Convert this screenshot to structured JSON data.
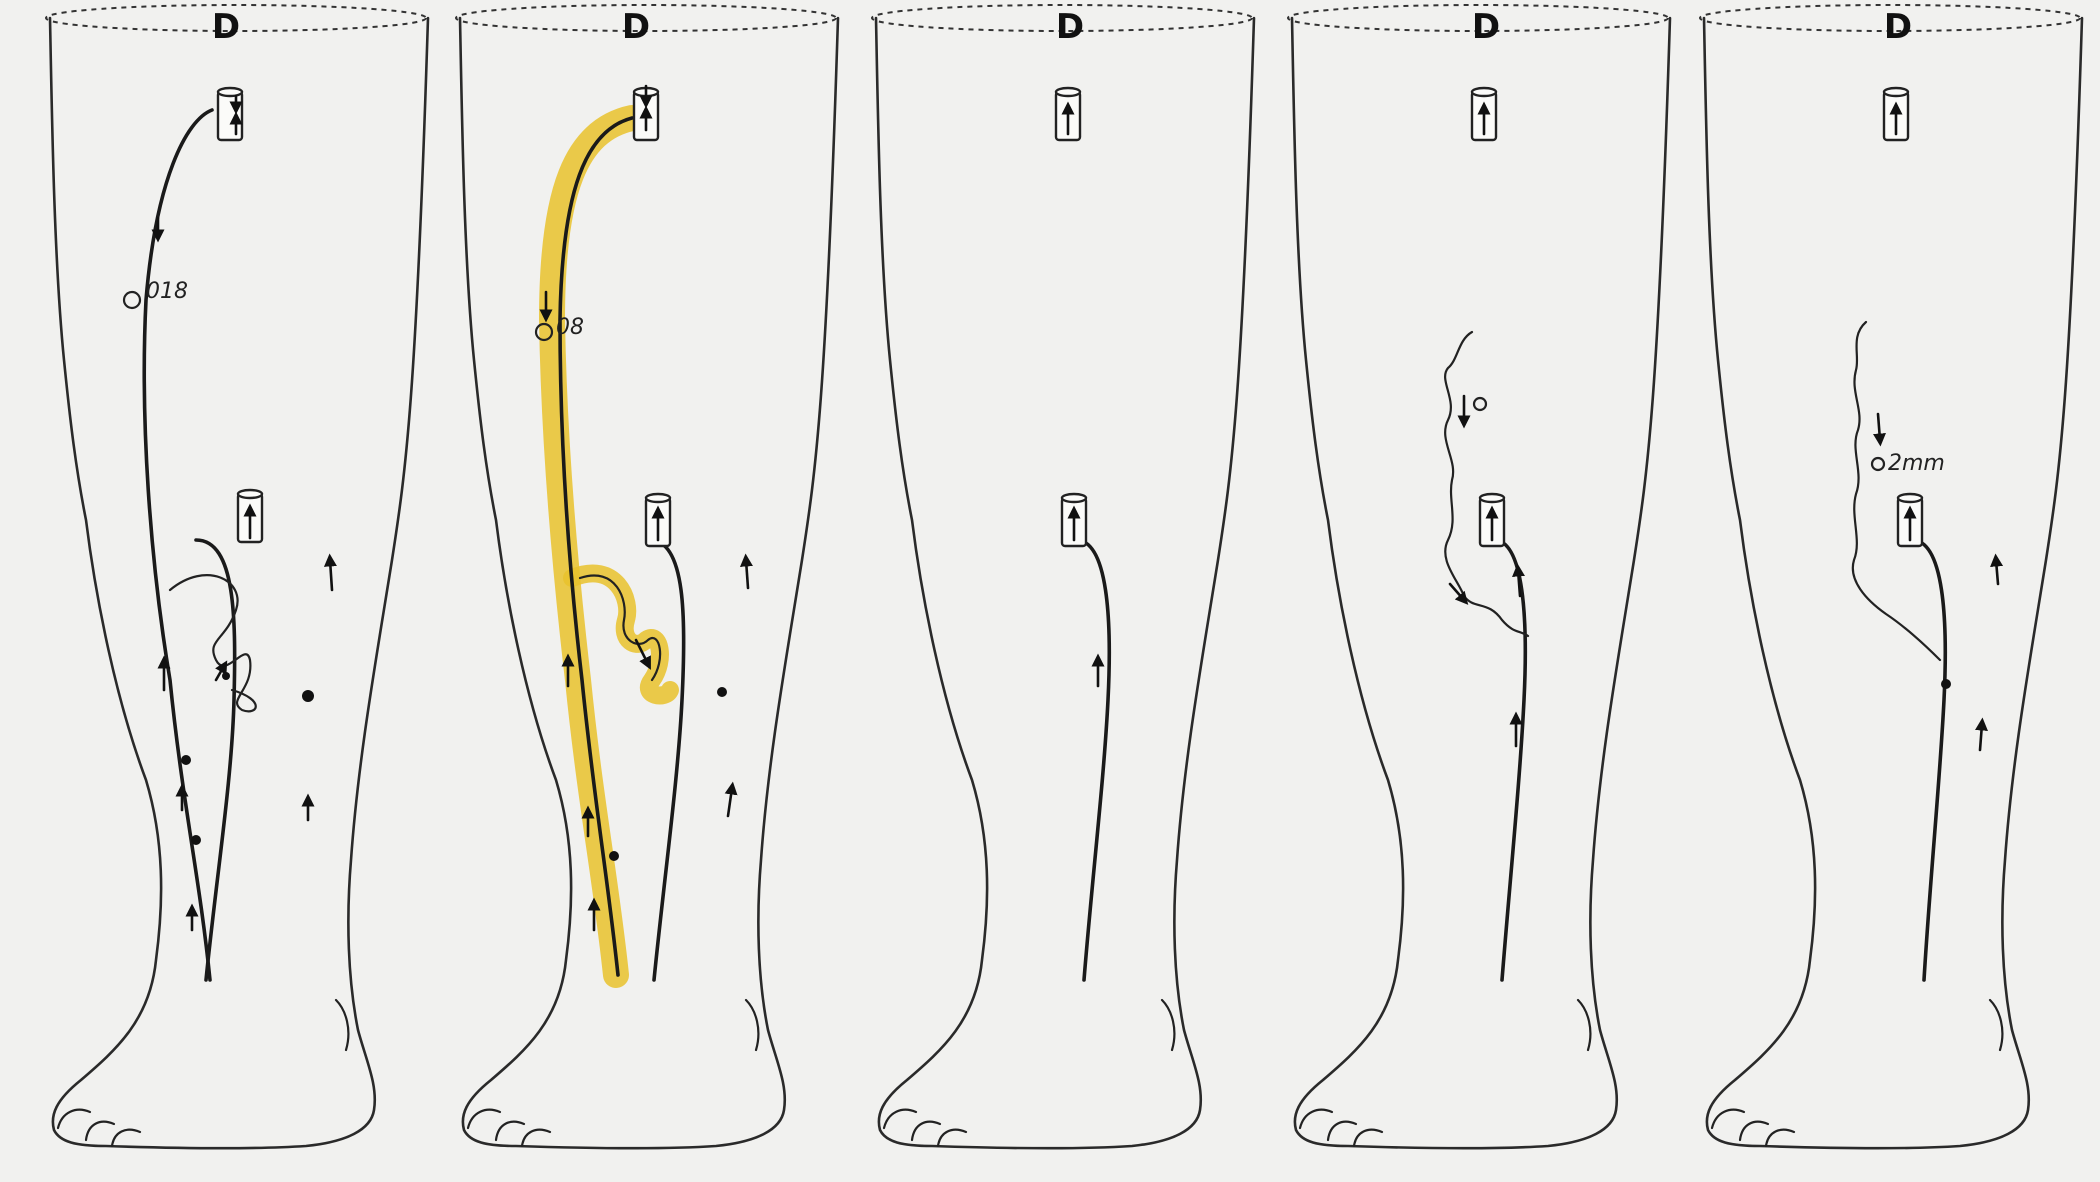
{
  "panels": [
    {
      "side": "D",
      "note": "018"
    },
    {
      "side": "D",
      "note": "08"
    },
    {
      "side": "D"
    },
    {
      "side": "D"
    },
    {
      "side": "D",
      "note": "2mm"
    }
  ],
  "colors": {
    "background": "#f1f1ef",
    "ink": "#1a1a1a",
    "ablation_highlight": "#e9c22c"
  }
}
